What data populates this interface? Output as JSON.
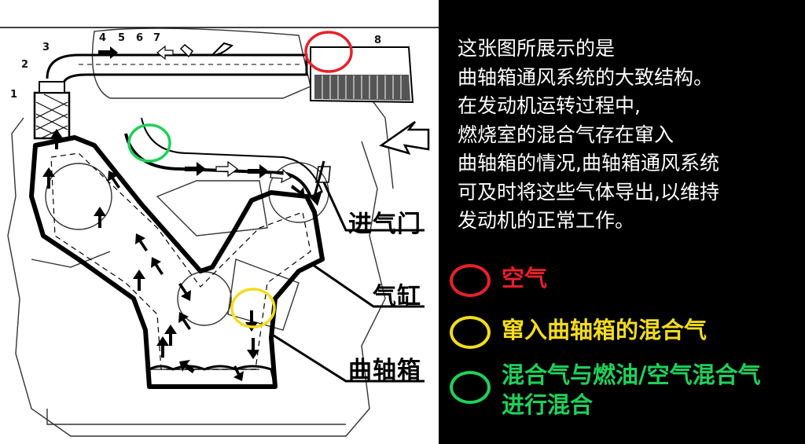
{
  "diagram": {
    "part_numbers": [
      "1",
      "2",
      "3",
      "4",
      "5",
      "6",
      "7",
      "8"
    ],
    "labels": {
      "intake_valve": "进气门",
      "cylinder": "气缸",
      "crankcase": "曲轴箱"
    }
  },
  "description": {
    "lines": [
      "这张图所展示的是",
      "曲轴箱通风系统的大致结构。",
      "在发动机运转过程中,",
      "燃烧室的混合气存在窜入",
      "曲轴箱的情况,曲轴箱通风系统",
      "可及时将这些气体导出,以维持",
      "发动机的正常工作。"
    ]
  },
  "legend": [
    {
      "color": "#e8202a",
      "lines": [
        "空气"
      ]
    },
    {
      "color": "#f3dc1d",
      "lines": [
        "窜入曲轴箱的混合气"
      ]
    },
    {
      "color": "#1fd05a",
      "lines": [
        "混合气与燃油/空气混合气",
        "进行混合"
      ]
    }
  ]
}
